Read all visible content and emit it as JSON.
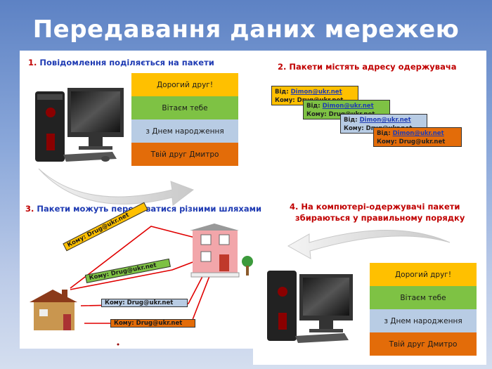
{
  "title": "Передавання даних мережею",
  "step1": {
    "num": "1.",
    "text": "Повідомлення поділяється на пакети"
  },
  "step2": {
    "text": "2. Пакети містять адресу одержувача"
  },
  "step3": {
    "num": "3.",
    "text": "Пакети можуть передаватися різними шляхами"
  },
  "step4": {
    "line1": "4. На компютері-одержувачі пакети",
    "line2": "збираються у правильному порядку"
  },
  "packets": [
    "Дорогий друг!",
    "Вітаєм тебе",
    "з Днем народження",
    "Твій друг Дмитро"
  ],
  "envelope": {
    "from_label": "Від:",
    "from_email": "Dimon@ukr.net",
    "to_line": "Кому: Drug@ukr.net"
  },
  "route_tags": [
    "Кому: Drug@ukr.net",
    "Кому: Drug@ukr.net",
    "Кому: Drug@ukr.net",
    "Кому: Drug@ukr.net"
  ],
  "colors": {
    "yellow": "#ffc000",
    "green": "#7ec244",
    "blue": "#b8cce4",
    "orange": "#e36c09",
    "route": "#e00000"
  }
}
